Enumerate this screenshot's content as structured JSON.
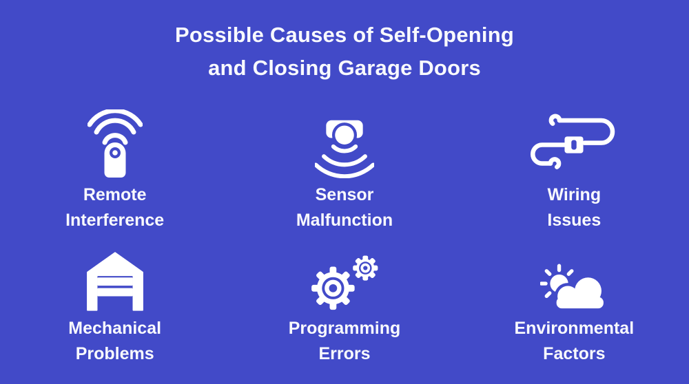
{
  "colors": {
    "background": "#424AC8",
    "text": "#F8F9FD",
    "icon": "#FFFFFF"
  },
  "title": {
    "line1": "Possible Causes of Self-Opening",
    "line2": "and Closing Garage Doors"
  },
  "causes": [
    {
      "icon": "remote-interference-icon",
      "label_line1": "Remote",
      "label_line2": "Interference"
    },
    {
      "icon": "sensor-malfunction-icon",
      "label_line1": "Sensor",
      "label_line2": "Malfunction"
    },
    {
      "icon": "wiring-issues-icon",
      "label_line1": "Wiring",
      "label_line2": "Issues"
    },
    {
      "icon": "mechanical-problems-icon",
      "label_line1": "Mechanical",
      "label_line2": "Problems"
    },
    {
      "icon": "programming-errors-icon",
      "label_line1": "Programming",
      "label_line2": "Errors"
    },
    {
      "icon": "environmental-factors-icon",
      "label_line1": "Environmental",
      "label_line2": "Factors"
    }
  ]
}
